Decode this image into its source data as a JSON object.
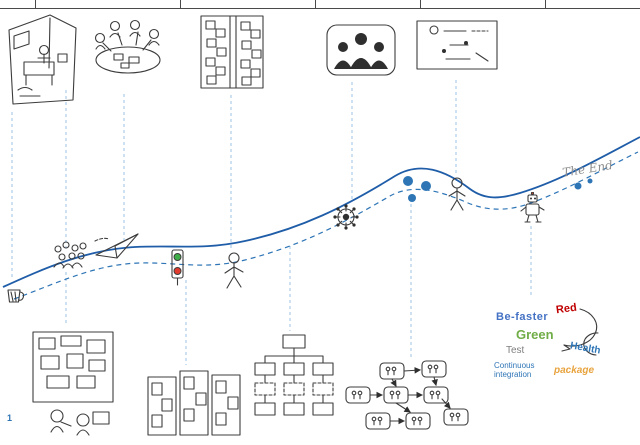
{
  "page": {
    "number_label": "1",
    "background": "#ffffff"
  },
  "header": {
    "rule_color": "#4a4a4a"
  },
  "journey": {
    "curve_color": "#1f5da8",
    "dashed_curve_color": "#2e75b6",
    "connector_color": "#9dc3e6",
    "end_label": "The End"
  },
  "milestones": {
    "dot_color": "#2e75b6"
  },
  "traffic_light": {
    "go_color": "#3fae49",
    "stop_color": "#e23b2e"
  },
  "accents": {
    "robot_light": "#d9442e"
  },
  "word_cloud": {
    "arrow_color": "#a0a0a0",
    "words": [
      {
        "text": "Be-faster",
        "color": "#4472c4"
      },
      {
        "text": "Red",
        "color": "#c00000"
      },
      {
        "text": "Green",
        "color": "#70ad47"
      },
      {
        "text": "Test",
        "color": "#7f7f7f"
      },
      {
        "text": "Health",
        "color": "#2e75b6"
      },
      {
        "text": "Continuous integration",
        "color": "#2e75b6"
      },
      {
        "text": "package",
        "color": "#e8a33d"
      }
    ]
  },
  "sketches": {
    "top_row": [
      "workspace-scene",
      "team-meeting-table",
      "kanban-board",
      "team-group",
      "whiteboard-presentation"
    ],
    "journey_row": [
      "coffee-mug",
      "crowd",
      "paper-plane",
      "traffic-light",
      "walking-person",
      "ship-wheel",
      "milestone-dots",
      "faint-figure",
      "robot",
      "the-end-note"
    ],
    "bottom_row": [
      "room-floor-plan",
      "sticky-note-boards",
      "org-chart",
      "team-flowchart",
      "word-cloud"
    ]
  }
}
